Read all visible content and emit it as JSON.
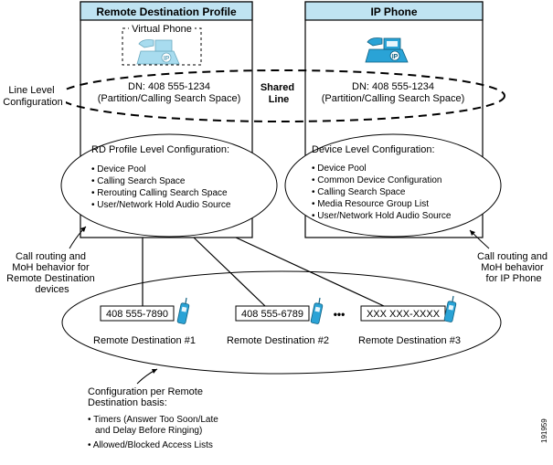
{
  "colors": {
    "header_fill": "#bfe3f2",
    "phone_fill": "#2aa3d6",
    "virtual_phone_fill": "#a8dcef",
    "line": "#000000"
  },
  "rdp": {
    "title": "Remote Destination Profile",
    "virtual_phone_label": "Virtual Phone",
    "dn": "DN: 408 555-1234",
    "partition": "(Partition/Calling Search Space)",
    "config_title": "RD Profile Level Configuration:",
    "config_items": [
      "Device Pool",
      "Calling Search Space",
      "Rerouting Calling Search Space",
      "User/Network Hold Audio Source"
    ]
  },
  "ipphone": {
    "title": "IP Phone",
    "dn": "DN: 408 555-1234",
    "partition": "(Partition/Calling Search Space)",
    "config_title": "Device Level Configuration:",
    "config_items": [
      "Device Pool",
      "Common Device Configuration",
      "Calling Search Space",
      "Media Resource Group List",
      "User/Network Hold Audio Source"
    ]
  },
  "shared_line": [
    "Shared",
    "Line"
  ],
  "line_level_label": [
    "Line Level",
    "Configuration"
  ],
  "call_routing_rd_label": [
    "Call routing and",
    "MoH behavior for",
    "Remote Destination",
    "devices"
  ],
  "call_routing_ip_label": [
    "Call routing and",
    "MoH behavior",
    "for IP Phone"
  ],
  "remote_destinations": [
    {
      "number": "408 555-7890",
      "label": "Remote Destination #1"
    },
    {
      "number": "408 555-6789",
      "label": "Remote Destination #2"
    },
    {
      "number": "XXX XXX-XXXX",
      "label": "Remote Destination #3"
    }
  ],
  "ellipsis": "•••",
  "per_rd_config": {
    "title": [
      "Configuration per Remote",
      "Destination basis:"
    ],
    "items": [
      [
        "Timers (Answer Too Soon/Late",
        "and Delay Before Ringing)"
      ],
      [
        "Allowed/Blocked Access Lists"
      ]
    ]
  },
  "figure_id": "191959"
}
